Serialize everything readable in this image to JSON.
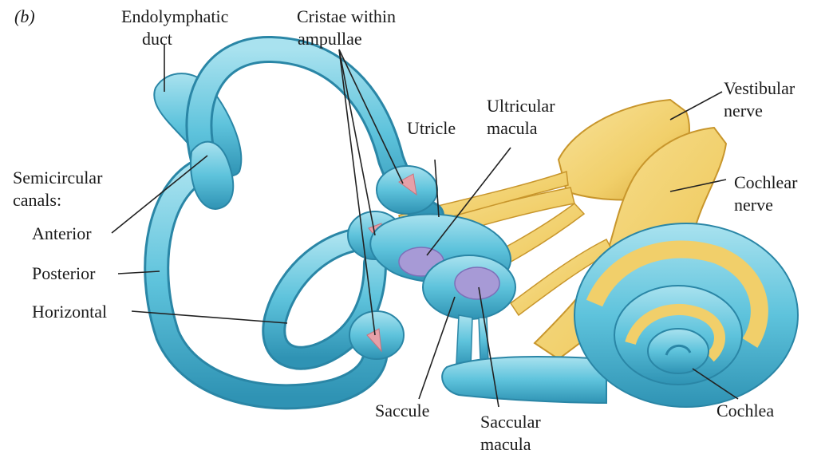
{
  "panel_label": "(b)",
  "labels": {
    "endolymphatic_duct_1": "Endolymphatic",
    "endolymphatic_duct_2": "duct",
    "cristae_1": "Cristae within",
    "cristae_2": "ampullae",
    "semicircular_1": "Semicircular",
    "semicircular_2": "canals:",
    "anterior": "Anterior",
    "posterior": "Posterior",
    "horizontal": "Horizontal",
    "utricle": "Utricle",
    "utricular_macula_1": "Ultricular",
    "utricular_macula_2": "macula",
    "vestibular_nerve_1": "Vestibular",
    "vestibular_nerve_2": "nerve",
    "cochlear_nerve_1": "Cochlear",
    "cochlear_nerve_2": "nerve",
    "saccule": "Saccule",
    "saccular_macula_1": "Saccular",
    "saccular_macula_2": "macula",
    "cochlea": "Cochlea"
  },
  "colors": {
    "labyrinth": "#5ec3dc",
    "labyrinth_light": "#a9e2ef",
    "labyrinth_dark": "#2f93b4",
    "nerve": "#f1cf6a",
    "nerve_dark": "#d9a93a",
    "macula": "#a79ad6",
    "crista": "#e6a0a8",
    "leader": "#222222"
  }
}
